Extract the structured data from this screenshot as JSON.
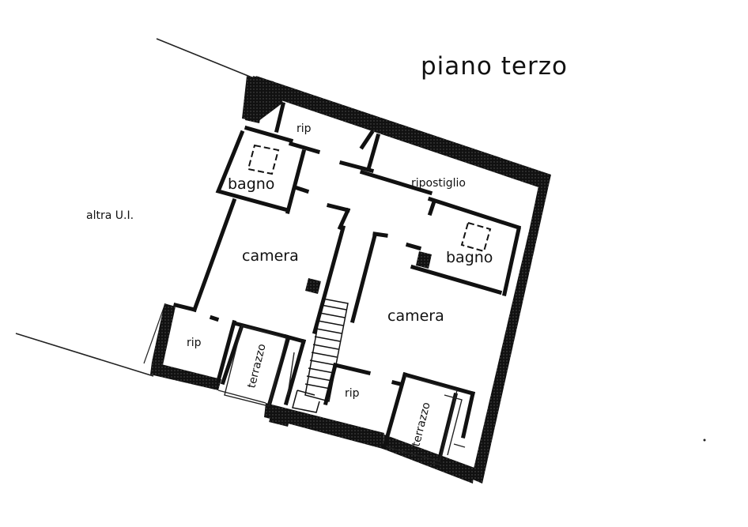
{
  "title": "piano terzo",
  "labels": {
    "rip_top": "rip",
    "bagno_left": "bagno",
    "ripostiglio": "ripostiglio",
    "altra_ui": "altra U.I.",
    "camera_left": "camera",
    "bagno_right": "bagno",
    "camera_right": "camera",
    "rip_left": "rip",
    "terrazzo_left": "terrazzo",
    "rip_bottom": "rip",
    "terrazzo_right": "terrazzo"
  },
  "colors": {
    "wall": "#111111",
    "wall_texture": "#555555",
    "line": "#222222",
    "background": "#ffffff"
  }
}
